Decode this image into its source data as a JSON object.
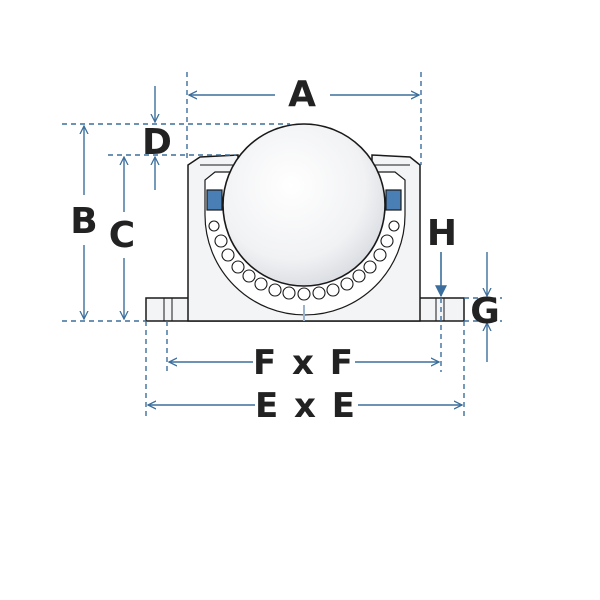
{
  "colors": {
    "dimension_line": "#3b6e9c",
    "outline": "#1a1a1a",
    "housing_fill": "#f3f4f6",
    "seal_fill": "#4a7fb5",
    "label": "#222222"
  },
  "labels": {
    "a": "A",
    "b": "B",
    "c": "C",
    "d": "D",
    "h": "H",
    "g": "G",
    "f": "F x F",
    "e": "E x E"
  }
}
